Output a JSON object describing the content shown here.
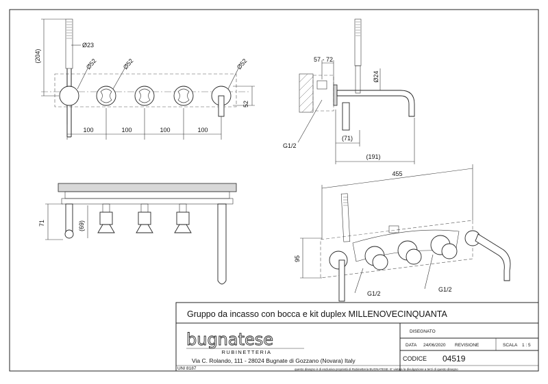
{
  "views": {
    "front": {
      "spacings": [
        "100",
        "100",
        "100",
        "100"
      ],
      "handshower_diameter": "Ø23",
      "rosette_left": "Ø52",
      "rosette_mid": "Ø52",
      "rosette_right": "Ø52",
      "handshower_height": "(204)",
      "plate_height": "52"
    },
    "side": {
      "wall_range": "57 - 72",
      "spout_diameter": "Ø24",
      "thread": "G1/2",
      "depth": "(71)",
      "spout_reach": "(191)"
    },
    "top": {
      "outer_height": "71",
      "inner_height": "(69)"
    },
    "iso": {
      "total_length": "455",
      "height": "95",
      "thread_left": "G1/2",
      "thread_right": "G1/2"
    }
  },
  "title_block": {
    "title": "Gruppo da incasso con bocca e kit duplex MILLENOVECINQUANTA",
    "brand": "bugnatese",
    "brand_sub": "RUBINETTERIA",
    "address": "Via C. Rolando, 111 - 28024 Bugnate di Gozzano (Novara) Italy",
    "disegnato_label": "DISEGNATO",
    "data_label": "DATA",
    "data_value": "24/06/2020",
    "revisione_label": "REVISIONE",
    "scala_label": "SCALA",
    "scala_value": "1 : 5",
    "codice_label": "CODICE",
    "codice_value": "04519",
    "uni_label": "UNI 8187",
    "disclaimer": "questo disegno è di esclusiva proprietà di Rubinetteria BUGNATESE. E' vietata la divulgazione a terzi di questo disegno"
  }
}
